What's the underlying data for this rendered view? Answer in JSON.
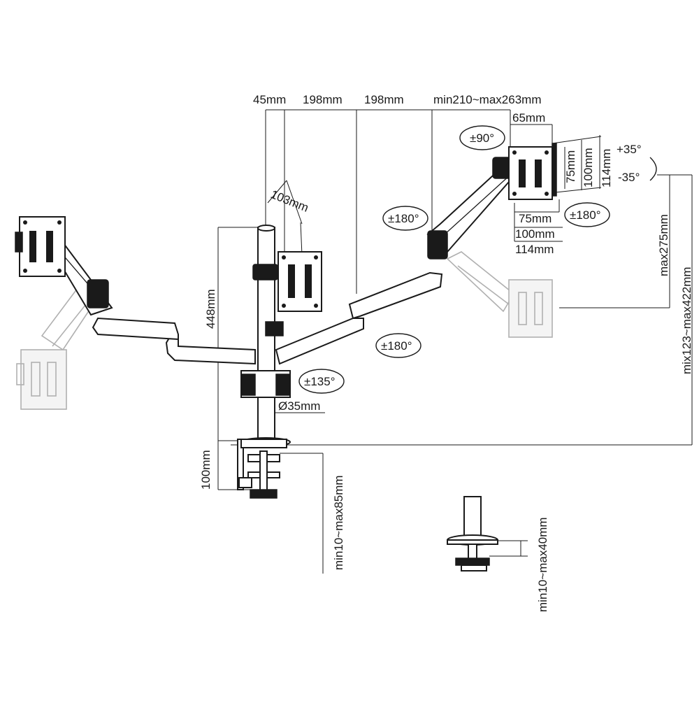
{
  "dimensions": {
    "column_offset": "45mm",
    "arm_segment_1": "198mm",
    "arm_segment_2": "198mm",
    "outer_reach": "min210~max263mm",
    "tilt_head_width": "65mm",
    "arm_offset_diag": "103mm",
    "pole_height": "448mm",
    "clamp_height": "100mm",
    "pole_diameter": "Ø35mm",
    "clamp_range": "min10~max85mm",
    "grommet_range": "min10~max40mm",
    "height_max": "max275mm",
    "height_range": "mix123~max422mm"
  },
  "vesa": {
    "v75": "75mm",
    "v100": "100mm",
    "v114": "114mm",
    "h75": "75mm",
    "h100": "100mm",
    "h114": "114mm"
  },
  "rotations": {
    "swivel_head": "±90°",
    "tilt_up": "+35°",
    "tilt_down": "-35°",
    "rotate_head": "±180°",
    "upper_arm": "±180°",
    "lower_arm": "±180°",
    "base": "±135°"
  },
  "colors": {
    "line": "#1a1a1a",
    "ghost": "#b0b0b0"
  }
}
